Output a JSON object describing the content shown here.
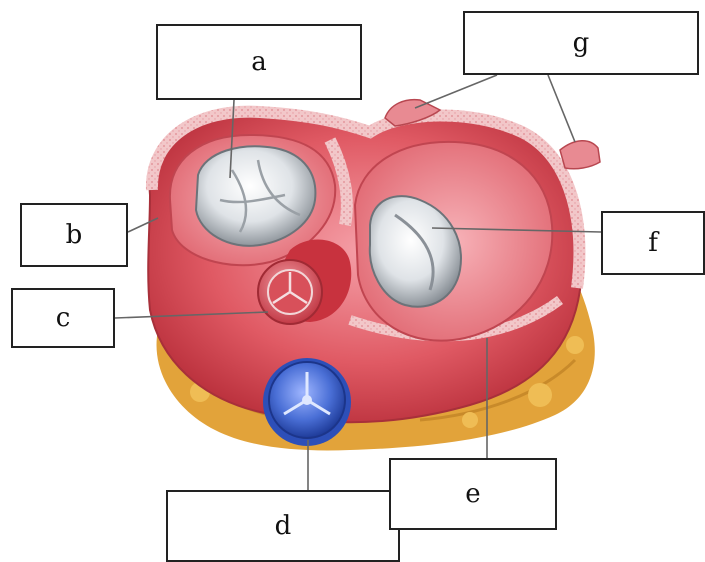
{
  "diagram": {
    "labels": {
      "a": "a",
      "b": "b",
      "c": "c",
      "d": "d",
      "e": "e",
      "f": "f",
      "g": "g"
    },
    "colors": {
      "myocardium": "#d9454e",
      "endocardium": "#f07a84",
      "inner_chamber": "#f39aa2",
      "valve_leaflet": "#eef0f2",
      "valve_shadow": "#8a8f96",
      "pulmonary_valve": "#4a6fd6",
      "fat": "#e0a33a",
      "leader_line": "#666666"
    }
  }
}
